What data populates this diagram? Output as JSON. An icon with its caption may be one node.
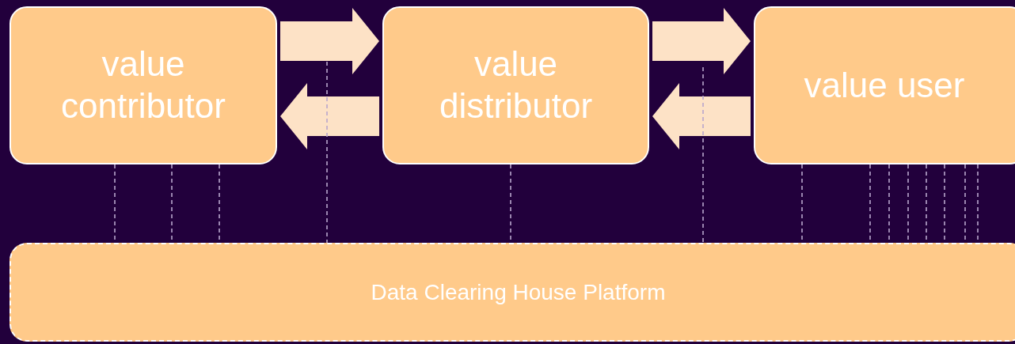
{
  "diagram": {
    "nodes": [
      {
        "text": [
          "value contributor"
        ]
      },
      {
        "text": [
          "value distributor"
        ]
      },
      {
        "text": [
          "value user"
        ]
      },
      {
        "text": [
          "Data Clearing House Platform"
        ]
      }
    ],
    "edges": [
      {
        "from": 0,
        "to": 1,
        "arrow": "to",
        "style": "thick"
      },
      {
        "from": 1,
        "to": 0,
        "arrow": "to",
        "style": "thick"
      },
      {
        "from": 1,
        "to": 2,
        "arrow": "to",
        "style": "thick"
      },
      {
        "from": 2,
        "to": 1,
        "arrow": "to",
        "style": "thick"
      },
      {
        "from": 0,
        "to": 3,
        "arrow": "none",
        "style": "dashed"
      },
      {
        "from": 0,
        "to": 3,
        "arrow": "none",
        "style": "dashed"
      },
      {
        "from": 0,
        "to": 3,
        "arrow": "none",
        "style": "dashed"
      },
      {
        "from": null,
        "to": 3,
        "arrow": "none",
        "style": "dashed"
      },
      {
        "from": 1,
        "to": 3,
        "arrow": "none",
        "style": "dashed"
      },
      {
        "from": null,
        "to": 3,
        "arrow": "none",
        "style": "dashed"
      },
      {
        "from": 2,
        "to": 3,
        "arrow": "none",
        "style": "dashed"
      },
      {
        "from": 2,
        "to": 3,
        "arrow": "none",
        "style": "dashed"
      },
      {
        "from": 2,
        "to": 3,
        "arrow": "none",
        "style": "dashed"
      },
      {
        "from": 2,
        "to": 3,
        "arrow": "none",
        "style": "dashed"
      },
      {
        "from": 2,
        "to": 3,
        "arrow": "none",
        "style": "dashed"
      },
      {
        "from": 2,
        "to": 3,
        "arrow": "none",
        "style": "dashed"
      },
      {
        "from": 2,
        "to": 3,
        "arrow": "none",
        "style": "dashed"
      },
      {
        "from": 2,
        "to": 3,
        "arrow": "none",
        "style": "dashed"
      }
    ]
  }
}
